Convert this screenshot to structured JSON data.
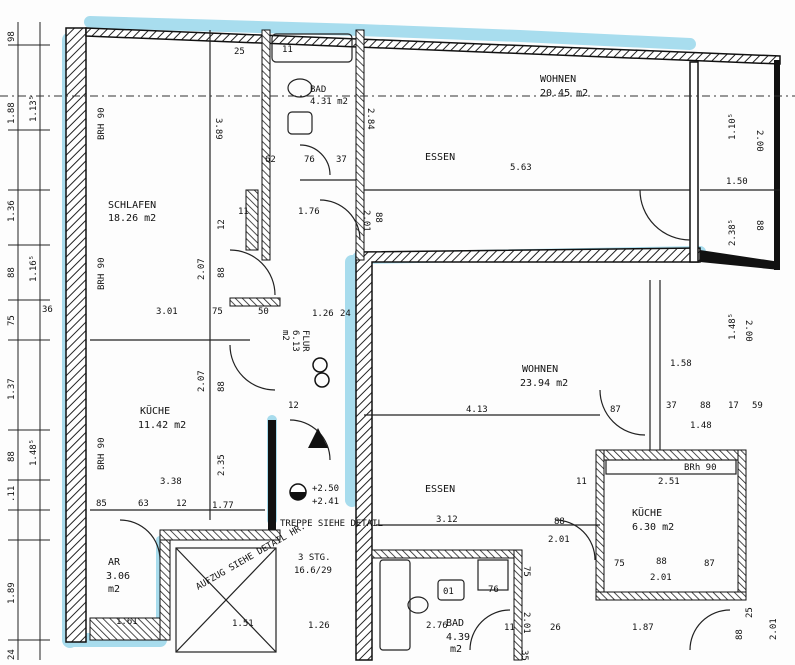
{
  "plan": {
    "rooms": {
      "schlafen": {
        "name": "SCHLAFEN",
        "area": "18.26 m2"
      },
      "kuche_left": {
        "name": "KÜCHE",
        "area": "11.42 m2"
      },
      "ar": {
        "name": "AR",
        "area": "3.06",
        "unit": "m2"
      },
      "bad_top": {
        "name": "BAD",
        "area": "4.31 m2"
      },
      "wohnen_top": {
        "name": "WOHNEN",
        "area": "20.45 m2"
      },
      "essen_top": {
        "name": "ESSEN"
      },
      "flur": {
        "name": "FLUR",
        "area": "6.13",
        "unit": "m2"
      },
      "wohnen_mid": {
        "name": "WOHNEN",
        "area": "23.94 m2"
      },
      "essen_mid": {
        "name": "ESSEN"
      },
      "kuche_right": {
        "name": "KÜCHE",
        "area": "6.30 m2"
      },
      "bad_bottom": {
        "name": "BAD",
        "area": "4.39",
        "unit": "m2"
      }
    },
    "notes": {
      "aufzug": "AUFZUG SIEHE DETAIL HR.",
      "treppe": "TREPPE SIEHE DETAIL",
      "stg": "3 STG.",
      "stg_ratio": "16.6/29",
      "level1": "+2.50",
      "level2": "+2.41",
      "brh1": "BRH 90",
      "brh2": "BRH 90",
      "brh3": "BRH 90",
      "brh4": "BRh 90"
    },
    "dims": {
      "d_25": "25",
      "d_11a": "11",
      "d_389": "3.89",
      "d_62": "62",
      "d_76a": "76",
      "d_37": "37",
      "d_11b": "11",
      "d_176": "1.76",
      "d_201a": "2.01",
      "d_88a": "88",
      "d_284": "2.84",
      "d_563": "5.63",
      "d_1105": "1.10⁵",
      "d_200a": "2.00",
      "d_150": "1.50",
      "d_2385": "2.38⁵",
      "d_88b": "88",
      "d_12": "12",
      "d_207a": "2.07",
      "d_88c": "88",
      "d_301": "3.01",
      "d_75a": "75",
      "d_50": "50",
      "d_126a": "1.26",
      "d_24": "24",
      "d_36": "36",
      "d_207b": "2.07",
      "d_88d": "88",
      "d_12b": "12",
      "d_413": "4.13",
      "d_87a": "87",
      "d_37b": "37",
      "d_88e": "88",
      "d_17": "17",
      "d_59": "59",
      "d_148": "1.48",
      "d_158": "1.58",
      "d_1485": "1.48⁵",
      "d_200b": "2.00",
      "d_338": "3.38",
      "d_235": "2.35",
      "d_85": "85",
      "d_63": "63",
      "d_12c": "12",
      "d_177": "1.77",
      "d_312": "3.12",
      "d_88f": "88",
      "d_201b": "2.01",
      "d_11c": "11",
      "d_251": "2.51",
      "d_75b": "75",
      "d_88g": "88",
      "d_201c": "2.01",
      "d_87b": "87",
      "d_161": "1.61",
      "d_151": "1.51",
      "d_126b": "1.26",
      "d_276": "2.76",
      "d_11d": "11",
      "d_76b": "76",
      "d_01": "01",
      "d_75c": "75",
      "d_201d": "2.01",
      "d_26": "26",
      "d_187": "1.87",
      "d_88h": "88",
      "d_25b": "25",
      "d_201e": "2.01",
      "d_35": "35"
    },
    "left_dims": {
      "l1": "98",
      "l2": "1.88",
      "l3": "1.13⁵",
      "l4": "1.36",
      "l5": "88",
      "l6": "1.16⁵",
      "l7": "75",
      "l8": "1.37",
      "l9": "88",
      "l10": "1.48⁵",
      "l11": ".11",
      "l12": "1.89",
      "l13": "24"
    },
    "colors": {
      "wall": "#1a1a1a",
      "hatch": "#333333",
      "highlight": "#9fd9ec",
      "line": "#222222"
    }
  }
}
